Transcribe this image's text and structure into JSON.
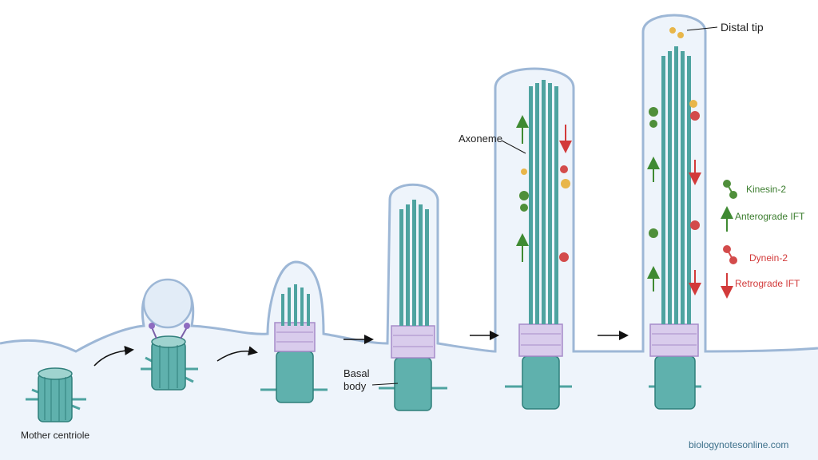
{
  "labels": {
    "mother_centriole": "Mother centriole",
    "basal_body_line1": "Basal",
    "basal_body_line2": "body",
    "axoneme": "Axoneme",
    "distal_tip": "Distal tip"
  },
  "legend": {
    "kinesin": "Kinesin-2",
    "anterograde": "Anterograde IFT",
    "dynein": "Dynein-2",
    "retrograde": "Retrograde IFT"
  },
  "watermark": "biologynotesonline.com",
  "colors": {
    "membrane": "#9db7d6",
    "cytoplasm": "#eef4fb",
    "microtubule": "#4ea3a0",
    "transition_zone": "#b39bd0",
    "kinesin": "#4f8f3a",
    "dynein": "#d34b4b",
    "ift_particle": "#e8b64a"
  }
}
